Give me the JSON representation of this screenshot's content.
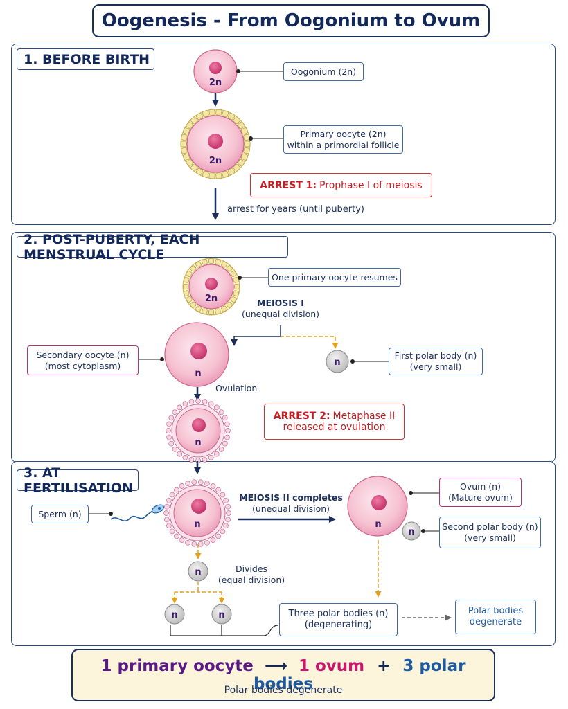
{
  "title": "Oogenesis - From Oogonium to Ovum",
  "section1": {
    "heading": "1. BEFORE BIRTH",
    "oogonium_label": "Oogonium (2n)",
    "oogonium_cell": "2n",
    "primary_oocyte_line1": "Primary oocyte (2n)",
    "primary_oocyte_line2": "within a primordial follicle",
    "primary_cell": "2n",
    "arrest1_title": "ARREST 1:",
    "arrest1_text": "Prophase I of meiosis",
    "arrest_years": "arrest for years (until puberty)"
  },
  "section2": {
    "heading": "2. POST-PUBERTY, EACH MENSTRUAL CYCLE",
    "resumes_label": "One primary oocyte resumes",
    "resumes_cell": "2n",
    "meiosis1_title": "MEIOSIS I",
    "meiosis1_sub": "(unequal division)",
    "secondary_line1": "Secondary oocyte (n)",
    "secondary_line2": "(most cytoplasm)",
    "secondary_cell": "n",
    "first_polar_line1": "First polar body (n)",
    "first_polar_line2": "(very small)",
    "first_polar_cell": "n",
    "ovulation": "Ovulation",
    "ovulated_cell": "n",
    "arrest2_title": "ARREST 2:",
    "arrest2_text": "Metaphase II",
    "arrest2_line2": "released at ovulation"
  },
  "section3": {
    "heading": "3. AT FERTILISATION",
    "sperm_label": "Sperm (n)",
    "fert_cell": "n",
    "meiosis2_title": "MEIOSIS II completes",
    "meiosis2_sub": "(unequal division)",
    "ovum_line1": "Ovum (n)",
    "ovum_line2": "(Mature ovum)",
    "ovum_cell": "n",
    "second_polar_line1": "Second polar body (n)",
    "second_polar_line2": "(very small)",
    "second_polar_cell": "n",
    "divides_title": "Divides",
    "divides_sub": "(equal division)",
    "divides_cell": "n",
    "pb_left_cell": "n",
    "pb_right_cell": "n",
    "three_polar_line1": "Three polar bodies (n)",
    "three_polar_line2": "(degenerating)",
    "degenerate_line1": "Polar bodies",
    "degenerate_line2": "degenerate"
  },
  "summary": {
    "part1": "1 primary oocyte",
    "part2": "1 ovum",
    "plus": "+",
    "part3": "3 polar bodies",
    "subtitle": "Polar bodies degenerate"
  },
  "colors": {
    "navy": "#1b2f5c",
    "arrest_red": "#c21e23",
    "dashed_gold": "#e3a21a",
    "cell_pink": "#f6c2d2",
    "nucleus": "#d0477a",
    "follicle_yellow": "#f4e7a6",
    "summary_purple": "#5a1a84",
    "summary_magenta": "#c7186d",
    "summary_blue": "#1d5aa0",
    "summary_bg": "#fcf5dc"
  }
}
